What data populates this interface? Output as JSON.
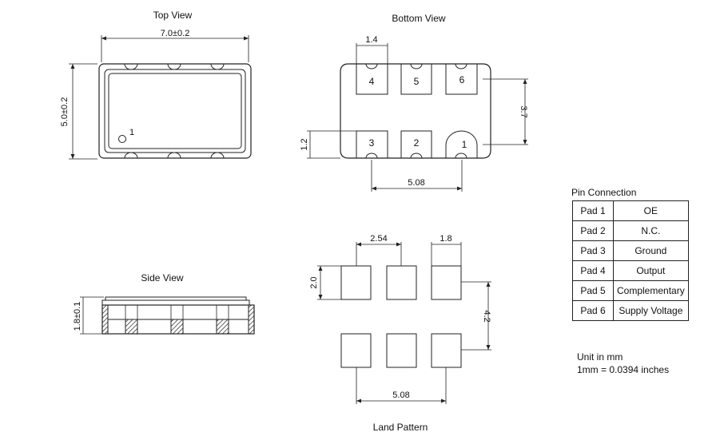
{
  "top_view": {
    "title": "Top View",
    "width_dim": "7.0±0.2",
    "height_dim": "5.0±0.2",
    "pin1_mark": "1"
  },
  "bottom_view": {
    "title": "Bottom View",
    "pad_width_dim": "1.4",
    "row_spacing_dim": "3.7",
    "pad_height_dim": "1.2",
    "span_dim": "5.08",
    "top_pads": [
      "4",
      "5",
      "6"
    ],
    "bottom_pads": [
      "3",
      "2",
      "1"
    ]
  },
  "side_view": {
    "title": "Side View",
    "height_dim": "1.8±0.1"
  },
  "land_pattern": {
    "title": "Land Pattern",
    "pitch_dim": "2.54",
    "pad_width_dim": "1.8",
    "pad_height_dim": "2.0",
    "row_spacing_dim": "4.2",
    "span_dim": "5.08"
  },
  "pin_connection": {
    "title": "Pin Connection",
    "rows": [
      {
        "pad": "Pad 1",
        "function": "OE"
      },
      {
        "pad": "Pad 2",
        "function": "N.C."
      },
      {
        "pad": "Pad 3",
        "function": "Ground"
      },
      {
        "pad": "Pad 4",
        "function": "Output"
      },
      {
        "pad": "Pad 5",
        "function": "Complementary"
      },
      {
        "pad": "Pad 6",
        "function": "Supply Voltage"
      }
    ]
  },
  "notes": {
    "unit": "Unit in mm",
    "conversion": "1mm = 0.0394 inches"
  }
}
